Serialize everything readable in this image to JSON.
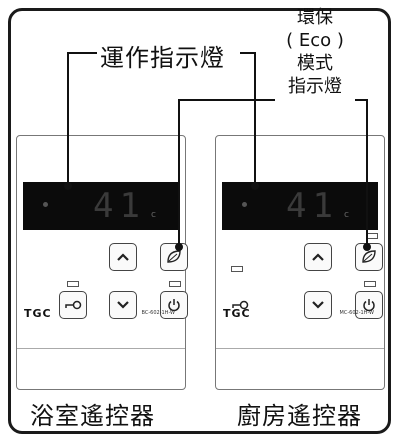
{
  "annotations": {
    "indicator_label": "運作指示燈",
    "eco_label_lines": [
      "環保",
      "( Eco )",
      "模式",
      "指示燈"
    ]
  },
  "panels": [
    {
      "name": "浴室遙控器",
      "temperature": "41",
      "unit": "c",
      "brand": "TGC",
      "model": "BC-602-1H-W",
      "eco_label": "Eco"
    },
    {
      "name": "廚房遙控器",
      "temperature": "41",
      "unit": "c",
      "brand": "TGC",
      "model": "MC-602-1H-W",
      "eco_label": "Eco"
    }
  ]
}
